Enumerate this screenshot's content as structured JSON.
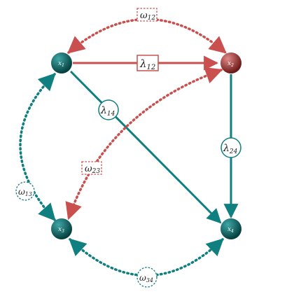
{
  "diagram": {
    "colors": {
      "teal": "#0f7f7f",
      "red": "#c9504e",
      "teal_node_light": "#3fa7a7",
      "teal_node_dark": "#053e3e",
      "red_node_light": "#e08a88",
      "red_node_dark": "#6a1715"
    },
    "nodes": [
      {
        "id": "x1",
        "base": "x",
        "sub": "1",
        "color": "teal"
      },
      {
        "id": "x2",
        "base": "x",
        "sub": "2",
        "color": "red"
      },
      {
        "id": "x3",
        "base": "x",
        "sub": "3",
        "color": "teal"
      },
      {
        "id": "x4",
        "base": "x",
        "sub": "4",
        "color": "teal"
      }
    ],
    "edges": [
      {
        "id": "lambda12",
        "from": "x1",
        "to": "x2",
        "style": "solid",
        "color": "red",
        "label": {
          "base": "λ",
          "sub": "12",
          "shape": "rect"
        }
      },
      {
        "id": "lambda14",
        "from": "x1",
        "to": "x4",
        "style": "solid",
        "color": "teal",
        "label": {
          "base": "λ",
          "sub": "14",
          "shape": "circle"
        }
      },
      {
        "id": "lambda24",
        "from": "x2",
        "to": "x4",
        "style": "solid",
        "color": "teal",
        "label": {
          "base": "λ",
          "sub": "24",
          "shape": "circle"
        }
      },
      {
        "id": "omega12",
        "from": "x1",
        "to": "x2",
        "style": "dotted",
        "color": "red",
        "label": {
          "base": "ω",
          "sub": "12",
          "shape": "dashed-rect"
        }
      },
      {
        "id": "omega23",
        "from": "x2",
        "to": "x3",
        "style": "dotted",
        "color": "red",
        "label": {
          "base": "ω",
          "sub": "23",
          "shape": "dashed-rect"
        }
      },
      {
        "id": "omega13",
        "from": "x1",
        "to": "x3",
        "style": "dotted",
        "color": "teal",
        "label": {
          "base": "ω",
          "sub": "13",
          "shape": "dashed-circle"
        }
      },
      {
        "id": "omega34",
        "from": "x3",
        "to": "x4",
        "style": "dotted",
        "color": "teal",
        "label": {
          "base": "ω",
          "sub": "34",
          "shape": "dashed-circle"
        }
      }
    ]
  }
}
